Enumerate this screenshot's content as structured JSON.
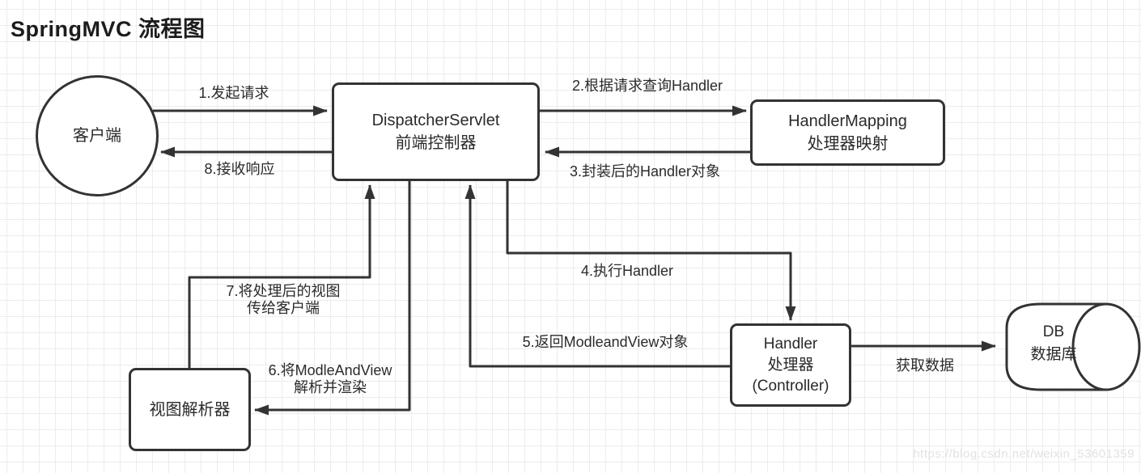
{
  "title": "SpringMVC 流程图",
  "nodes": {
    "client": {
      "label": "客户端"
    },
    "dispatcher_servlet": {
      "name": "DispatcherServlet",
      "subtitle": "前端控制器"
    },
    "handler_mapping": {
      "name": "HandlerMapping",
      "subtitle": "处理器映射"
    },
    "handler": {
      "name": "Handler",
      "subtitle": "处理器",
      "note": "(Controller)"
    },
    "view_resolver": {
      "label": "视图解析器"
    },
    "database": {
      "name": "DB",
      "subtitle": "数据库"
    }
  },
  "edges": {
    "step1": {
      "label": "1.发起请求"
    },
    "step2": {
      "label": "2.根据请求查询Handler"
    },
    "step3": {
      "label": "3.封装后的Handler对象"
    },
    "step4": {
      "label": "4.执行Handler"
    },
    "step5": {
      "label": "5.返回ModleandView对象"
    },
    "step6": {
      "line1": "6.将ModleAndView",
      "line2": "解析并渲染"
    },
    "step7": {
      "line1": "7.将处理后的视图",
      "line2": "传给客户端"
    },
    "step8": {
      "label": "8.接收响应"
    },
    "fetch_data": {
      "label": "获取数据"
    }
  },
  "watermark": "https://blog.csdn.net/weixin_53601359",
  "colors": {
    "stroke": "#333333",
    "text": "#2b2b2b",
    "grid": "#ececec",
    "background": "#ffffff"
  }
}
